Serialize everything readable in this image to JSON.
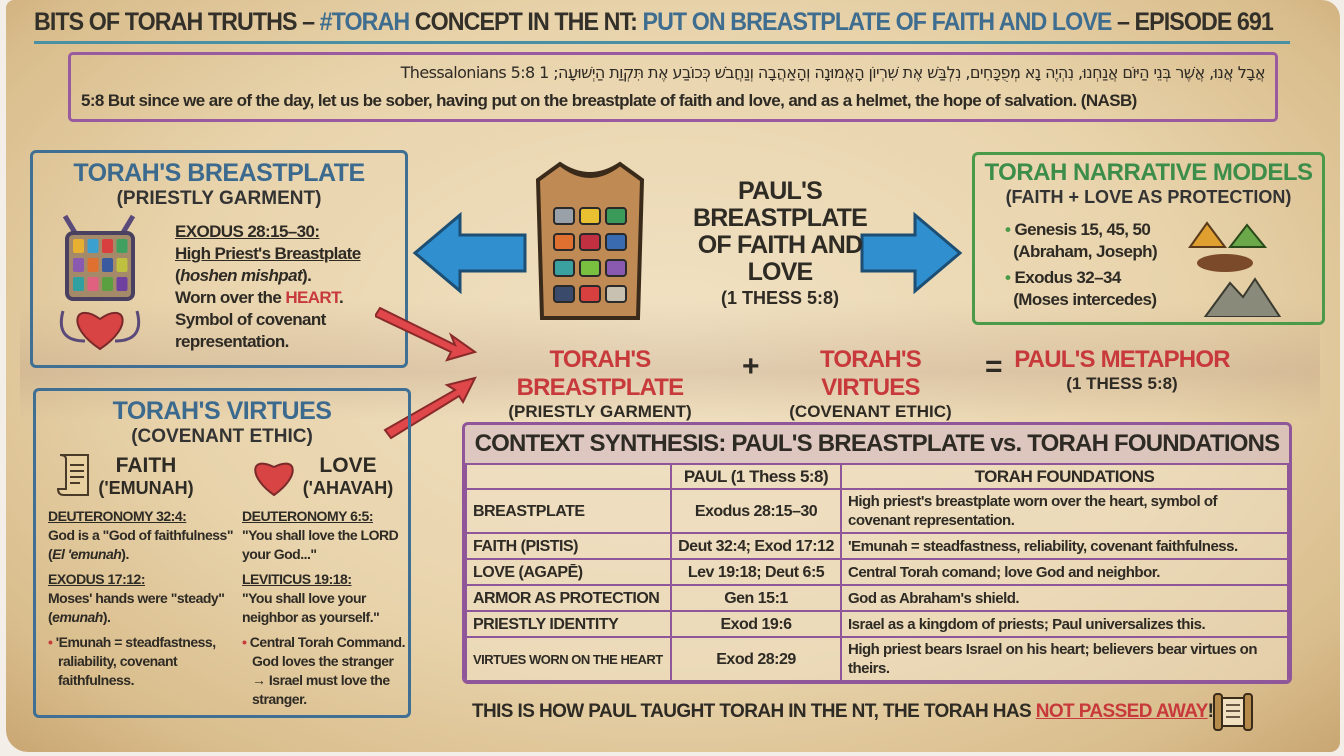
{
  "header": {
    "title_part1": "BITS OF TORAH TRUTHS – ",
    "title_hashtag": "#TORAH",
    "title_part2": " CONCEPT IN THE NT:  ",
    "title_topic": "PUT ON BREASTPLATE OF FAITH AND LOVE",
    "title_part3": " – EPISODE 691"
  },
  "verse": {
    "hebrew": "אֲבָל אֲנוּ, אֲשֶׁר בְּנֵי הַיּוֹם אֲנַחְנוּ, נִהְיֶה נָא מְפֻכָּחִים, נִלְבַּשׁ אֶת שִׁרְיוֹן הָאֱמוּנָה וְהָאַהֲבָה וְנַחֲבֹשׁ כְּכוֹבַע אֶת תִּקְוַת הַיְשׁוּעָה; 1 Thessalonians 5:8",
    "english": "5:8 But since we are of the day, let us be sober, having put on the breastplate of faith and love, and as a helmet, the hope of salvation. (NASB)"
  },
  "breastplate_box": {
    "title": "TORAH'S BREASTPLATE",
    "subtitle": "(PRIESTLY GARMENT)",
    "ref": "EXODUS 28:15–30:",
    "line1": "High Priest's Breastplate",
    "line2_italic": "hoshen mishpat",
    "line3_pre": "Worn over the ",
    "line3_red": "HEART",
    "line3_post": ".",
    "line4": "Symbol of covenant representation."
  },
  "center": {
    "title": "PAUL'S BREASTPLATE OF FAITH AND LOVE",
    "ref": "(1 THESS 5:8)"
  },
  "narrative_box": {
    "title": "TORAH NARRATIVE MODELS",
    "subtitle": "(FAITH + LOVE AS PROTECTION)",
    "items": [
      {
        "ref": "Genesis 15, 45, 50",
        "note": "(Abraham, Joseph)"
      },
      {
        "ref": "Exodus 32–34",
        "note": "(Moses intercedes)"
      }
    ]
  },
  "equation": {
    "a_title": "TORAH'S BREASTPLATE",
    "a_sub": "(PRIESTLY GARMENT)",
    "plus": "+",
    "b_title": "TORAH'S VIRTUES",
    "b_sub": "(COVENANT ETHIC)",
    "equals": "=",
    "c_title": "PAUL'S METAPHOR",
    "c_sub": "(1 THESS 5:8)"
  },
  "virtues_box": {
    "title": "TORAH'S VIRTUES",
    "subtitle": "(COVENANT ETHIC)",
    "faith": {
      "label": "FAITH",
      "hebrew": "('EMUNAH)",
      "ref1": "DEUTERONOMY 32:4:",
      "text1": "God is a \"God of faithfulness\"",
      "text1b": "El 'emunah",
      "ref2": "EXODUS 17:12:",
      "text2": "Moses' hands were \"steady\"",
      "text2b": "emunah",
      "bullet": "'Emunah = steadfastness, raliability, covenant faithfulness."
    },
    "love": {
      "label": "LOVE",
      "hebrew": "('AHAVAH)",
      "ref1": "DEUTERONOMY 6:5:",
      "text1": "\"You shall love the LORD your God...\"",
      "ref2": "LEVITICUS 19:18:",
      "text2": "\"You shall love your neighbor as yourself.\"",
      "bullet": "Central Torah Command. God loves the stranger → Israel must love the stranger."
    }
  },
  "table": {
    "title": "CONTEXT SYNTHESIS: PAUL'S BREASTPLATE vs. TORAH FOUNDATIONS",
    "headers": [
      "",
      "PAUL (1 Thess 5:8)",
      "TORAH FOUNDATIONS"
    ],
    "rows": [
      [
        "BREASTPLATE",
        "Exodus 28:15–30",
        "High priest's breastplate worn over the heart, symbol of covenant representation."
      ],
      [
        "FAITH (PISTIS)",
        "Deut 32:4; Exod 17:12",
        "'Emunah = steadfastness, reliability, covenant faithfulness."
      ],
      [
        "LOVE (AGAPĒ)",
        "Lev 19:18; Deut 6:5",
        "Central Torah comand; love God and neighbor."
      ],
      [
        "ARMOR AS PROTECTION",
        "Gen 15:1",
        "God as Abraham's shield."
      ],
      [
        "PRIESTLY IDENTITY",
        "Exod 19:6",
        "Israel as a kingdom of priests; Paul universalizes this."
      ],
      [
        "VIRTUES WORN ON THE HEART",
        "Exod 28:29",
        "High priest bears Israel on his heart; believers bear virtues on theirs."
      ]
    ]
  },
  "footer": {
    "text": "THIS IS HOW PAUL TAUGHT TORAH IN THE NT, THE TORAH HAS ",
    "emphasis": "NOT PASSED AWAY",
    "end": "!"
  },
  "colors": {
    "blue": "#3f6f93",
    "green": "#4a9a4a",
    "purple": "#9a5aa0",
    "red": "#c8393b",
    "arrow_blue": "#2f8fcf"
  }
}
